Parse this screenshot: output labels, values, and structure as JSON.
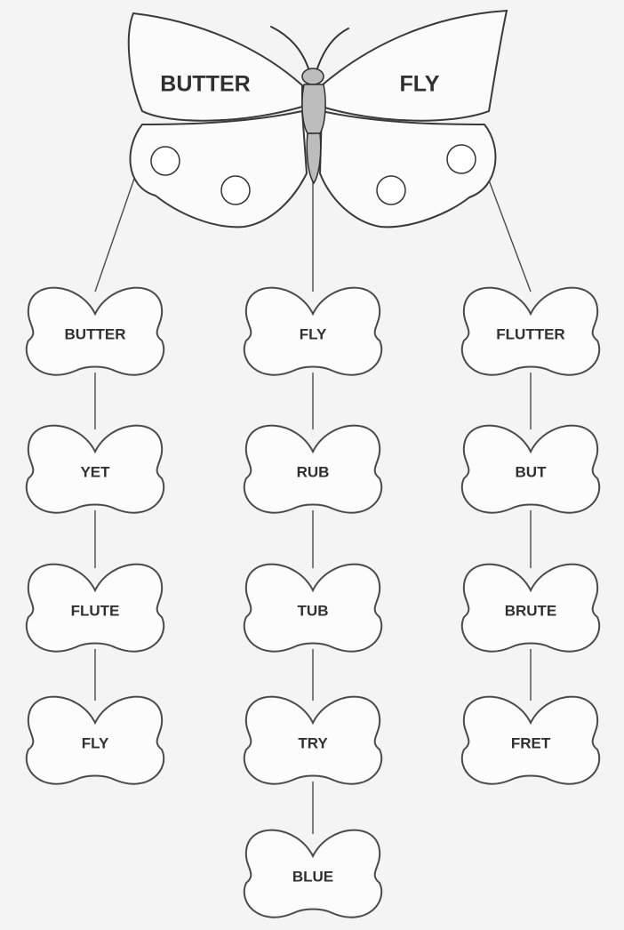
{
  "butterfly": {
    "left_wing_word": "BUTTER",
    "right_wing_word": "FLY"
  },
  "columns": [
    {
      "words": [
        "BUTTER",
        "YET",
        "FLUTE",
        "FLY"
      ]
    },
    {
      "words": [
        "FLY",
        "RUB",
        "TUB",
        "TRY",
        "BLUE"
      ]
    },
    {
      "words": [
        "FLUTTER",
        "BUT",
        "BRUTE",
        "FRET"
      ]
    }
  ]
}
